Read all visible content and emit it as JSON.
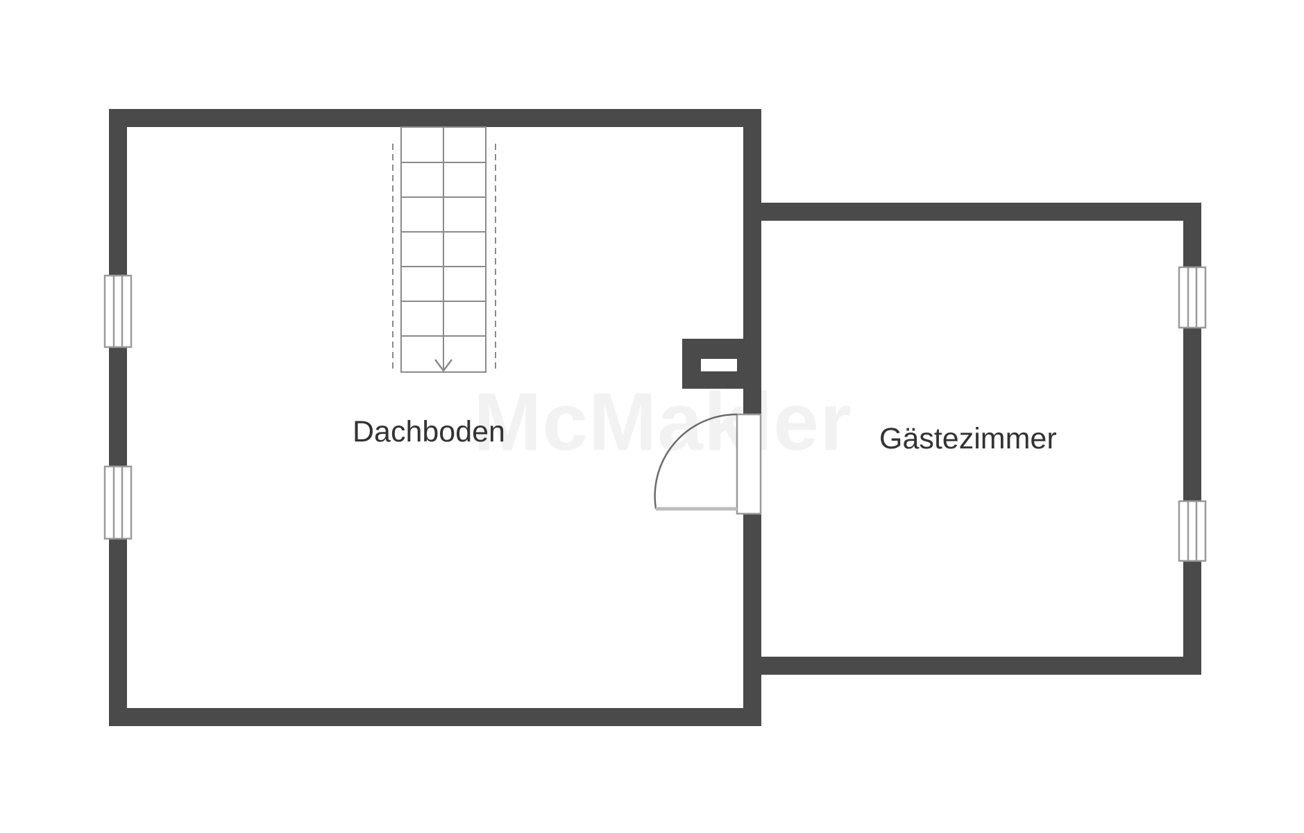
{
  "watermark": {
    "text": "McMakler"
  },
  "rooms": [
    {
      "id": "dachboden",
      "label": "Dachboden"
    },
    {
      "id": "gaestezimmer",
      "label": "Gästezimmer"
    }
  ],
  "colors": {
    "wall": "#4a4a4a",
    "window_frame": "#9a9a9a",
    "stair_line": "#8a8a8a",
    "label_text": "#333333",
    "background": "#ffffff"
  }
}
